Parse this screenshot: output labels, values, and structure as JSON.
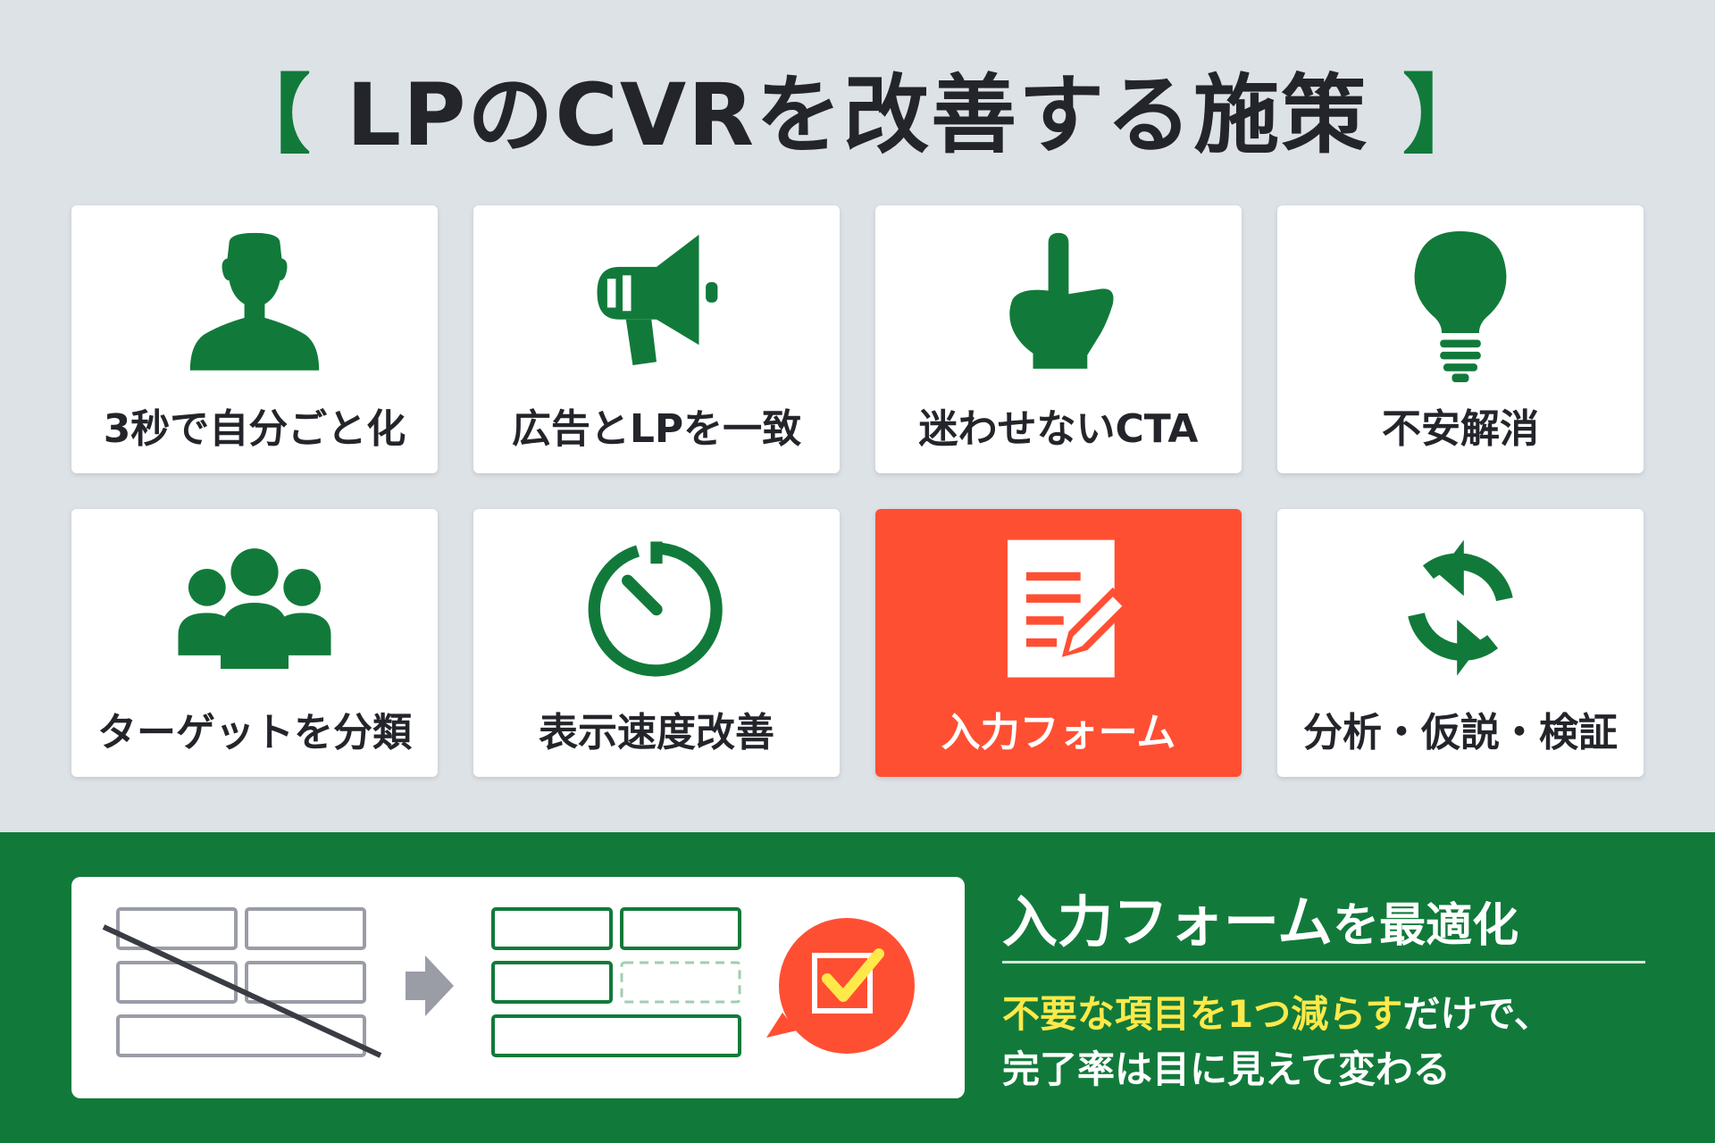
{
  "header": {
    "bracket_open": "【",
    "title": "LPのCVRを改善する施策",
    "bracket_close": "】"
  },
  "cards": [
    {
      "label": "3秒で自分ごと化",
      "icon": "person-icon"
    },
    {
      "label": "広告とLPを一致",
      "icon": "megaphone-icon"
    },
    {
      "label": "迷わせないCTA",
      "icon": "pointing-hand-icon"
    },
    {
      "label": "不安解消",
      "icon": "lightbulb-icon"
    },
    {
      "label": "ターゲットを分類",
      "icon": "group-icon"
    },
    {
      "label": "表示速度改善",
      "icon": "stopwatch-icon"
    },
    {
      "label": "入力フォーム",
      "icon": "form-edit-icon",
      "highlighted": true
    },
    {
      "label": "分析・仮説・検証",
      "icon": "refresh-cycle-icon"
    }
  ],
  "promo": {
    "title_main": "入力フォーム",
    "title_suffix": "を最適化",
    "line1_highlight": "不要な項目を1つ減らす",
    "line1_rest": "だけで、",
    "line2": "完了率は目に見えて変わる"
  },
  "colors": {
    "brand_green": "#117a3a",
    "accent_red": "#ff4f33",
    "highlight_yellow": "#ffe94a",
    "background": "#dde2e7",
    "text_dark": "#23252b"
  }
}
